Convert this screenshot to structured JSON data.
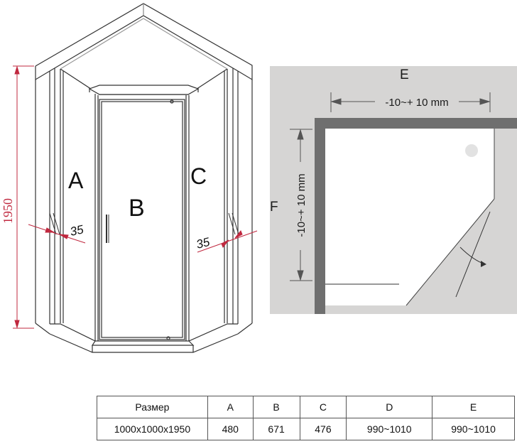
{
  "left_view": {
    "label_a": "A",
    "label_b": "B",
    "label_c": "C",
    "height_dim": "1950",
    "left_offset": "35",
    "right_offset": "35"
  },
  "plan_view": {
    "label_e": "E",
    "label_f": "F",
    "horizontal_tolerance": "-10~+ 10 mm",
    "vertical_tolerance": "-10~+ 10 mm"
  },
  "spec_table": {
    "headers": [
      "Размер",
      "A",
      "B",
      "C",
      "D",
      "E"
    ],
    "row": [
      "1000x1000x1950",
      "480",
      "671",
      "476",
      "990~1010",
      "990~1010"
    ]
  }
}
